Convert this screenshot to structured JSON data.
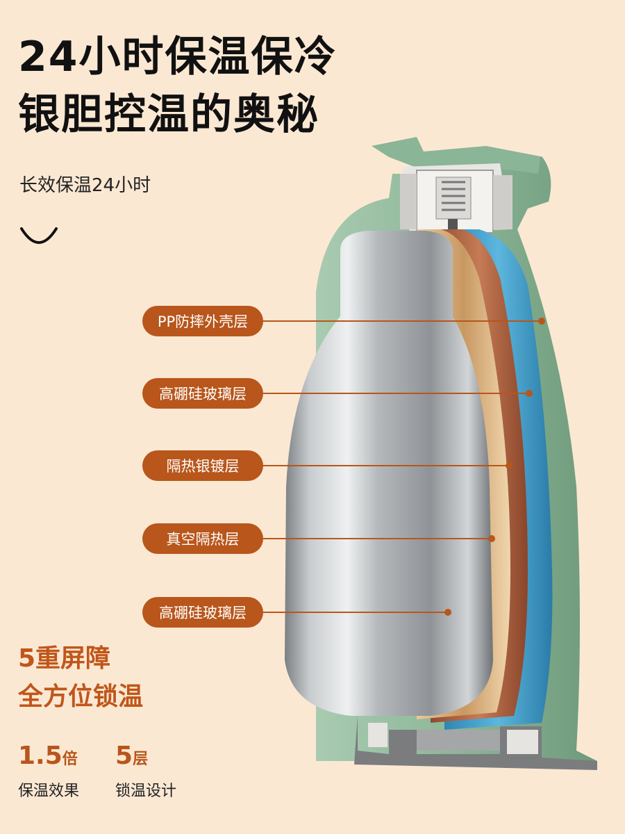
{
  "heading": {
    "line1": "24小时保温保冷",
    "line2": "银胆控温的奥秘"
  },
  "subtitle": "长效保温24小时",
  "layers": [
    {
      "label": "PP防摔外壳层",
      "color": "#b8561b"
    },
    {
      "label": "高硼硅玻璃层",
      "color": "#b8561b"
    },
    {
      "label": "隔热银镀层",
      "color": "#b8561b"
    },
    {
      "label": "真空隔热层",
      "color": "#b8561b"
    },
    {
      "label": "高硼硅玻璃层",
      "color": "#b8561b"
    }
  ],
  "barrier": {
    "line1": "5重屏障",
    "line2": "全方位锁温"
  },
  "stats": [
    {
      "value": "1.5",
      "unit": "倍",
      "label": "保温效果"
    },
    {
      "value": "5",
      "unit": "层",
      "label": "锁温设计"
    }
  ],
  "colors": {
    "background": "#fbe8d3",
    "accent": "#b8561b",
    "shell_green": "#8ab596",
    "liner_blue": "#3d9cc8",
    "liner_copper": "#b56a45",
    "liner_gold": "#d8ae7a",
    "steel": "#b9bcbf"
  }
}
